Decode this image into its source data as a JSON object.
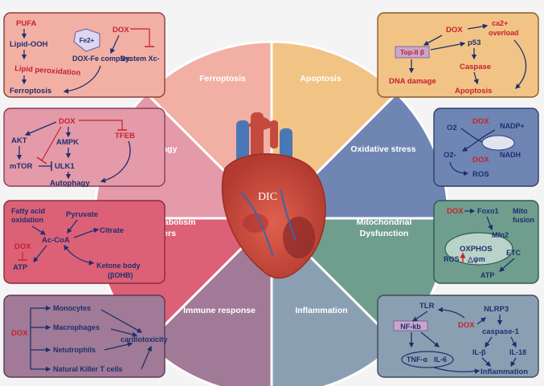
{
  "center_label": "DIC",
  "sectors": [
    {
      "label": "Ferroptosis"
    },
    {
      "label": "Apoptosis"
    },
    {
      "label": "Oxidative stress"
    },
    {
      "label": "Mitochondrial Dysfunction"
    },
    {
      "label": "Inflammation"
    },
    {
      "label": "Immune  response"
    },
    {
      "label": "Energy metabolism disorders"
    },
    {
      "label": "Autophagy"
    }
  ],
  "panels": {
    "ferroptosis": {
      "pufa": "PUFA",
      "lipid_ooh": "Lipid-OOH",
      "lipid_perox": "Lipid peroxidation",
      "ferroptosis": "Ferroptosis",
      "fe2": "Fe2+",
      "dox": "DOX",
      "dox_fe": "DOX-Fe complex",
      "system_xc": "System Xc-"
    },
    "apoptosis": {
      "dox": "DOX",
      "ca_overload": "ca2+ overload",
      "top2b": "Top-II β",
      "p53": "p53",
      "caspase": "Caspase",
      "dna_damage": "DNA damage",
      "apoptosis": "Apoptosis"
    },
    "autophagy": {
      "dox": "DOX",
      "akt": "AKT",
      "ampk": "AMPK",
      "tfeb": "TFEB",
      "mtor": "mTOR",
      "ulk1": "ULK1",
      "autophagy": "Autophagy"
    },
    "oxidative": {
      "o2": "O2",
      "dox_top": "DOX",
      "nadp": "NADP+",
      "nadh": "NADH",
      "o2minus": "O2-",
      "dox_bottom": "DOX",
      "ros": "ROS"
    },
    "energy": {
      "fatty": "Fatty acid oxidation",
      "pyruvate": "Pyruvate",
      "citrate": "Citrate",
      "acoa": "Ac-CoA",
      "dox": "DOX",
      "atp": "ATP",
      "ketone": "Ketone body (βOHB)"
    },
    "mito": {
      "dox": "DOX",
      "foxo1": "Foxo1",
      "mito_fusion": "Mito fusion",
      "mfn2": "Mfn2",
      "oxphos": "OXPHOS",
      "etc": "ETC",
      "ros": "ROS",
      "dpsi": "△ψm",
      "atp": "ATP"
    },
    "immune": {
      "dox": "DOX",
      "monocytes": "Monocytes",
      "macrophages": "Macrophages",
      "neutrophils": "Netutrophils",
      "nkt": "Natural Killer T cells",
      "cardio": "cardiotoxicity"
    },
    "inflammation": {
      "tlr": "TLR",
      "nlrp3": "NLRP3",
      "dox": "DOX",
      "nfkb": "NF-kb",
      "caspase1": "caspase-1",
      "il_b": "IL-β",
      "il_18": "IL-18",
      "tnf": "TNF-α",
      "il6": "IL-6",
      "inflammation": "Inflammation"
    }
  },
  "colors": {
    "ferroptosis": "#f2b0a4",
    "apoptosis": "#f1c486",
    "oxidative": "#6f86b4",
    "mito": "#6f9e8e",
    "inflammation": "#8b9fb2",
    "immune": "#a07a96",
    "energy": "#dc6177",
    "autophagy": "#e49aa8",
    "dox": "#c8202f",
    "text": "#1e2f6e"
  }
}
